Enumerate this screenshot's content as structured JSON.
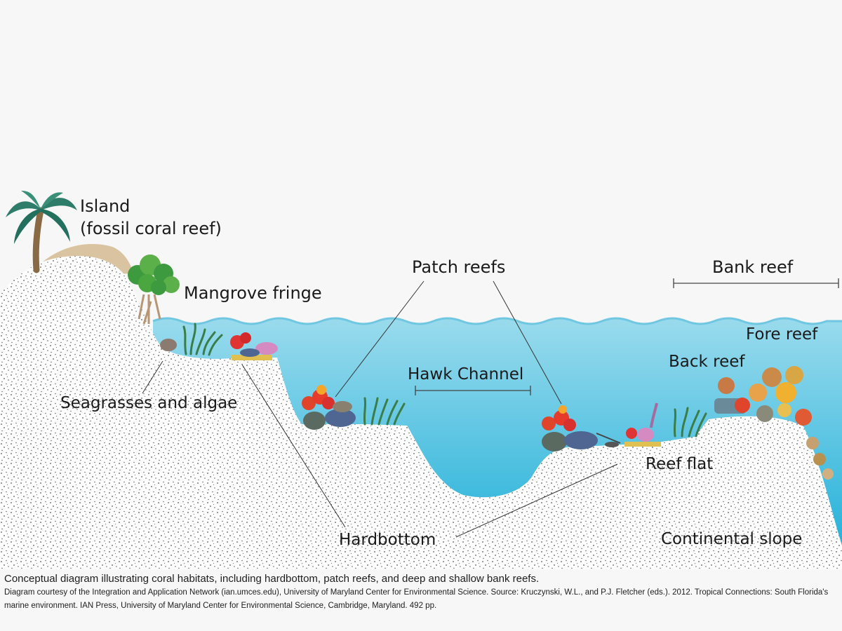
{
  "labels": {
    "island_line1": "Island",
    "island_line2": "(fossil coral reef)",
    "mangrove": "Mangrove fringe",
    "patch_reefs": "Patch reefs",
    "bank_reef": "Bank reef",
    "fore_reef": "Fore reef",
    "back_reef": "Back reef",
    "hawk_channel": "Hawk Channel",
    "seagrasses": "Seagrasses and algae",
    "reef_flat": "Reef flat",
    "hardbottom": "Hardbottom",
    "continental_slope": "Continental slope"
  },
  "caption": {
    "main": "Conceptual diagram illustrating coral habitats, including hardbottom, patch reefs, and deep and shallow bank reefs.",
    "credit": "Diagram courtesy of the Integration and Application Network (ian.umces.edu), University of Maryland Center for Environmental Science.  Source:  Kruczynski, W.L., and P.J. Fletcher (eds.). 2012. Tropical Connections: South Florida's marine environment.  IAN Press, University of Maryland Center for Environmental Science, Cambridge, Maryland. 492 pp."
  },
  "colors": {
    "water_top": "#8fd6ea",
    "water_bottom": "#2eb6dc",
    "sediment": "#ffffff",
    "stipple": "#555555",
    "sand": "#d9c3a0",
    "background": "#f7f7f7"
  }
}
